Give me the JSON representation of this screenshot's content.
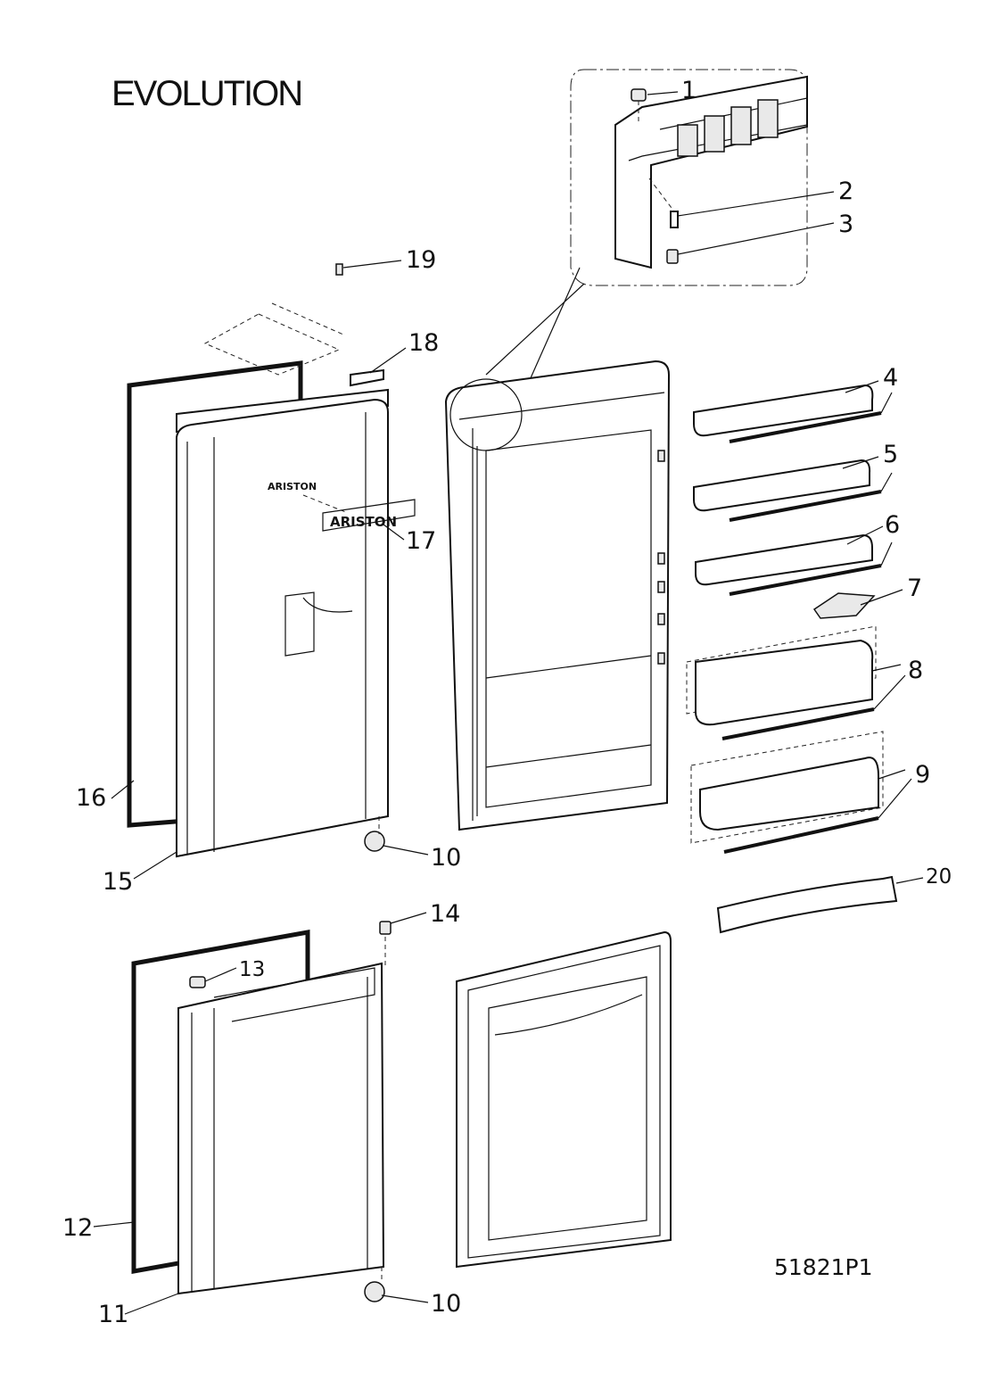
{
  "diagram": {
    "title": "EVOLUTION",
    "drawing_code": "51821P1",
    "brand_badge_door": "ARISTON",
    "brand_badge_part": "ARISTON",
    "callouts": {
      "c1": "1",
      "c2": "2",
      "c3": "3",
      "c4": "4",
      "c5": "5",
      "c6": "6",
      "c7": "7",
      "c8": "8",
      "c9": "9",
      "c10a": "10",
      "c10b": "10",
      "c11": "11",
      "c12": "12",
      "c13": "13",
      "c14": "14",
      "c15": "15",
      "c16": "16",
      "c17": "17",
      "c18": "18",
      "c19": "19",
      "c20": "20"
    }
  }
}
